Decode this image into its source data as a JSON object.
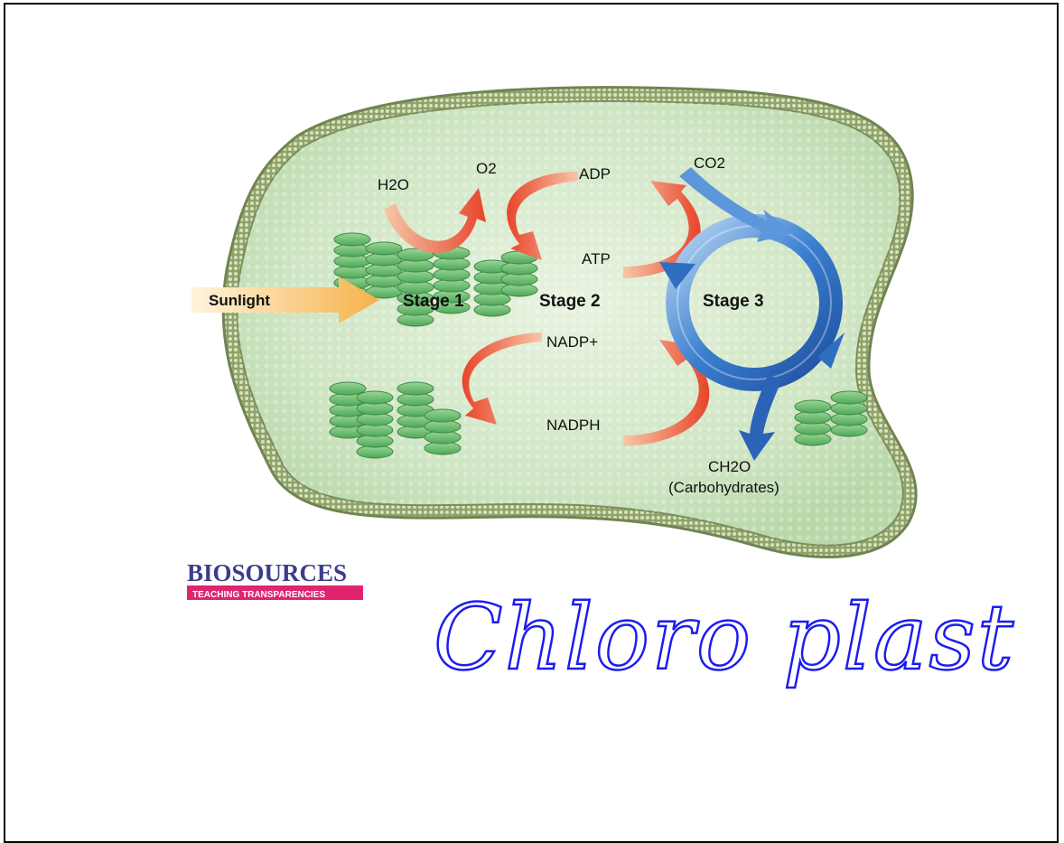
{
  "diagram": {
    "labels": {
      "h2o": "H2O",
      "o2": "O2",
      "adp": "ADP",
      "atp": "ATP",
      "co2": "CO2",
      "nadp_plus": "NADP+",
      "nadph": "NADPH",
      "ch2o": "CH2O",
      "carbohydrates": "(Carbohydrates)",
      "sunlight": "Sunlight",
      "stage1": "Stage 1",
      "stage2": "Stage 2",
      "stage3": "Stage 3"
    },
    "colors": {
      "stroma": "#cfe5c3",
      "membrane": "#a9b98a",
      "thylakoid": "#6cbf6e",
      "red_arrow": "#e8442a",
      "blue_cycle": "#2f6fc2",
      "sunlight": "#f7c873"
    }
  },
  "logo": {
    "name": "BIOSOURCES",
    "subtitle": "TEACHING TRANSPARENCIES"
  },
  "annotation": {
    "handwritten": "Chloro plast"
  }
}
